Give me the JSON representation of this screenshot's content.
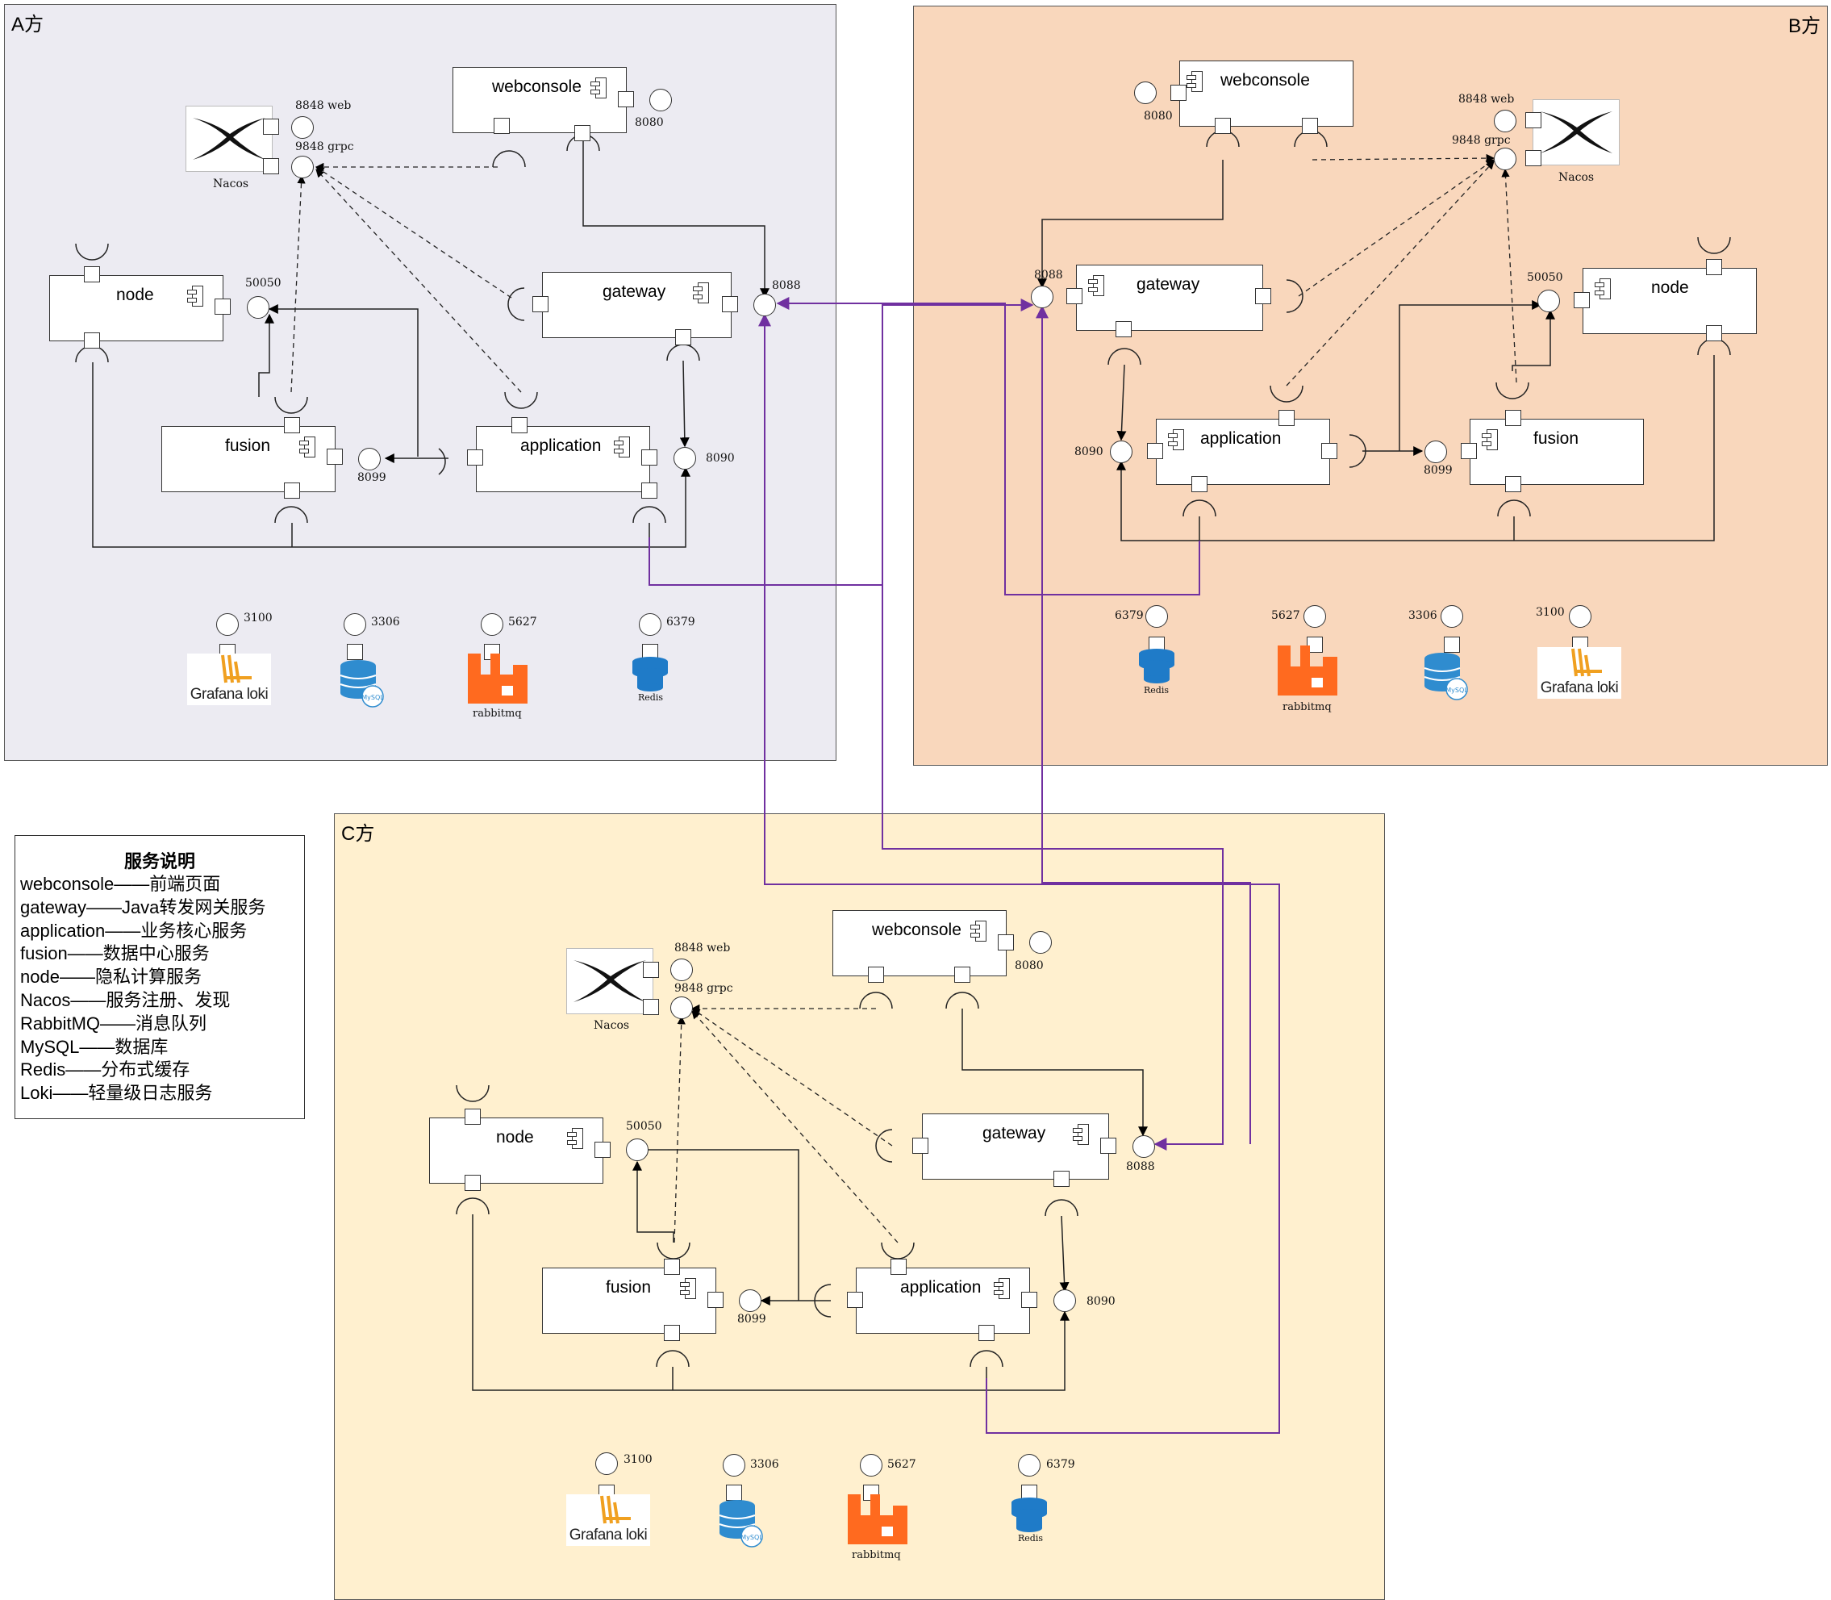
{
  "colors": {
    "region_a_bg": "#ecebf2",
    "region_b_bg": "#f9d7bc",
    "region_c_bg": "#fff0cf",
    "cross_link": "#7030a0",
    "rabbit_orange": "#ff6a1f",
    "redis_blue": "#1f7bc8",
    "mysql_blue": "#2f8ccf"
  },
  "regions": {
    "a": {
      "title": "A方"
    },
    "b": {
      "title": "B方"
    },
    "c": {
      "title": "C方"
    }
  },
  "components": {
    "webconsole": "webconsole",
    "gateway": "gateway",
    "application": "application",
    "fusion": "fusion",
    "node": "node"
  },
  "ports": {
    "p8848": "8848 web",
    "p9848": "9848 grpc",
    "p8080": "8080",
    "p8088": "8088",
    "p8090": "8090",
    "p8099": "8099",
    "p50050": "50050",
    "p3100": "3100",
    "p3306": "3306",
    "p5627": "5627",
    "p6379": "6379"
  },
  "infra": {
    "nacos": "Nacos",
    "loki": "Grafana loki",
    "mysql_text": "MySQL",
    "rabbitmq": "rabbitmq",
    "redis": "Redis"
  },
  "legend": {
    "title": "服务说明",
    "items": [
      "webconsole——前端页面",
      "gateway——Java转发网关服务",
      "application——业务核心服务",
      "fusion——数据中心服务",
      "node——隐私计算服务",
      "Nacos——服务注册、发现",
      "RabbitMQ——消息队列",
      "MySQL——数据库",
      "Redis——分布式缓存",
      "Loki——轻量级日志服务"
    ]
  }
}
